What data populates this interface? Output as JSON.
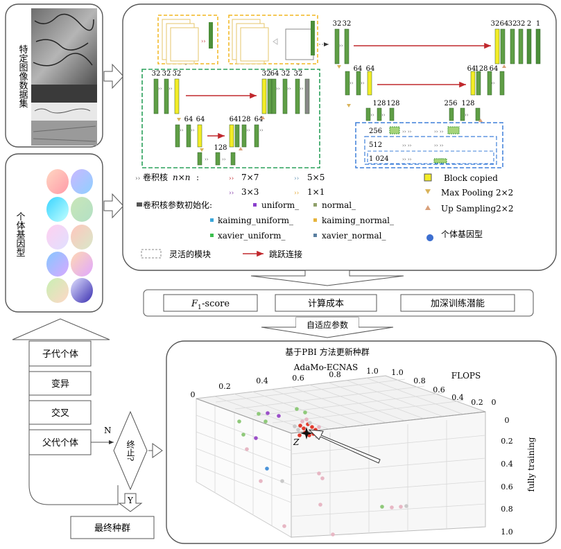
{
  "left_panel": {
    "dataset_label": "特定图像数据集",
    "genotype_label": "个体基因型",
    "genotype_gradients": [
      [
        "#ffd7c2",
        "#ff9aa8"
      ],
      [
        "#c9b8ff",
        "#8fd0ff"
      ],
      [
        "#3ad4ff",
        "#c2ffff"
      ],
      [
        "#c9e6b8",
        "#b3e0c5"
      ],
      [
        "#ffd0f0",
        "#e0e0ff"
      ],
      [
        "#ffc6bd",
        "#d8e8c9"
      ],
      [
        "#86c7ff",
        "#d8a9ff"
      ],
      [
        "#ffd8b3",
        "#e0a7ff"
      ],
      [
        "#c8f0b3",
        "#ffd7c7"
      ],
      [
        "#e0e0ff",
        "#3a2fb0"
      ]
    ]
  },
  "unet": {
    "sizes_top_left": [
      "32",
      "32",
      "32"
    ],
    "sizes_top_right": [
      "32",
      "64",
      "32",
      "32"
    ],
    "sizes_mid_left": [
      "64",
      "64"
    ],
    "sizes_mid_right": [
      "64",
      "128",
      "64"
    ],
    "size_bottom": "128",
    "right_sizes_top": [
      "32",
      "32"
    ],
    "right_sizes_top_end": [
      "32",
      "64",
      "32",
      "32",
      "2",
      "1"
    ],
    "right_sizes_mid": [
      "64",
      "64"
    ],
    "right_sizes_mid_end": [
      "64",
      "128",
      "64"
    ],
    "right_sizes_low": [
      "128",
      "128"
    ],
    "right_sizes_low_end": [
      "256",
      "128"
    ],
    "blue_rows": [
      "256",
      "512",
      "1 024"
    ]
  },
  "legend": {
    "kernel_label": "卷积核",
    "kernel_math": "n×n",
    "kernel_7": "7×7",
    "kernel_5": "5×5",
    "kernel_3": "3×3",
    "kernel_1": "1×1",
    "block_copied": "Block copied",
    "max_pooling": "Max Pooling 2×2",
    "up_sampling": "Up Sampling2×2",
    "init_label": "卷积核参数初始化:",
    "init_uniform": "uniform_",
    "init_normal": "normal_",
    "init_kaiming_uniform": "kaiming_uniform_",
    "init_kaiming_normal": "kaiming_normal_",
    "init_xavier_uniform": "xavier_uniform_",
    "init_xavier_normal": "xavier_normal_",
    "genotype_legend": "个体基因型",
    "flexible_module": "灵活的模块",
    "skip_connection": "跳跃连接"
  },
  "metrics": {
    "f1": "F",
    "f1_sub": "1",
    "f1_rest": "-score",
    "cost": "计算成本",
    "potential": "加深训练潜能"
  },
  "adaptive_param": "自适应参数",
  "evolution": {
    "offspring": "子代个体",
    "mutation": "变异",
    "crossover": "交叉",
    "parents": "父代个体",
    "stop": "终止?",
    "no": "N",
    "yes": "Y",
    "final": "最终种群"
  },
  "plot": {
    "title": "基于PBI 方法更新种群",
    "axis_x_label": "AdaMo-ECNAS",
    "axis_flops_label": "FLOPS",
    "axis_z_label": "fully training",
    "ticks_top": [
      "0",
      "0.2",
      "0.4",
      "0.6",
      "0.8",
      "1.0"
    ],
    "ticks_flops": [
      "1.0",
      "0.8",
      "0.6",
      "0.4",
      "0.2",
      "0"
    ],
    "ticks_z": [
      "0",
      "0.2",
      "0.4",
      "0.6",
      "0.8",
      "1.0"
    ],
    "ideal_point_label": "Z",
    "colors": {
      "red": "#e23b2e",
      "purple": "#9b4fc9",
      "green": "#8fc97a",
      "blue": "#4a93d9",
      "pink": "#e7b7c4",
      "grey": "#c9c9c9"
    }
  }
}
